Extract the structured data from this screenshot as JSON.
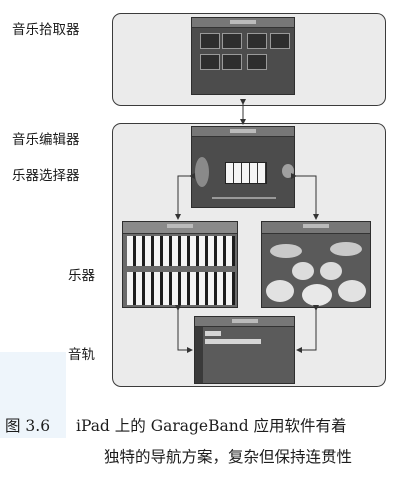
{
  "labels": {
    "music_picker": "音乐拾取器",
    "music_editor": "音乐编辑器",
    "instrument_selector": "乐器选择器",
    "instruments": "乐器",
    "tracks": "音轨"
  },
  "caption": {
    "figure_number": "图 3.6",
    "line1": "iPad 上的 GarageBand 应用软件有着",
    "line2": "独特的导航方案，复杂但保持连贯性"
  },
  "colors": {
    "panel_border": "#3b3b3b",
    "panel_fill": "#ebebeb",
    "screen_fill": "#4c4c4c"
  }
}
